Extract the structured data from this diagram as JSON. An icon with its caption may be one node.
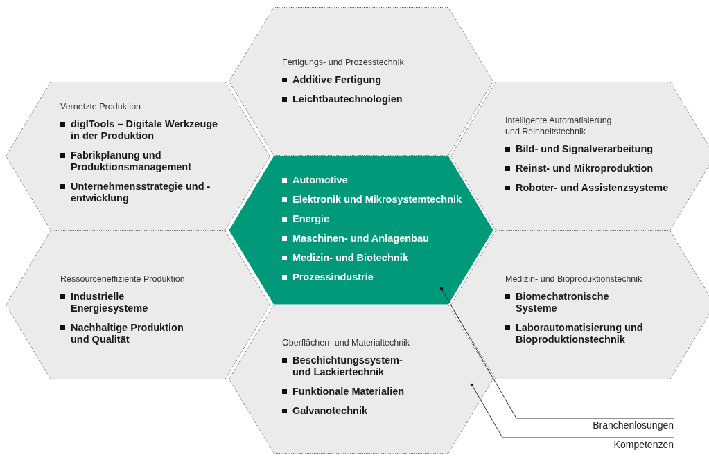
{
  "diagram": {
    "nodes": [
      {
        "text": [
          "Fertigungs- und Prozesstechnik",
          "Additive Fertigung",
          "Leichtbautechnologien"
        ]
      },
      {
        "text": [
          "Vernetzte Produktion",
          "digITools – Digitale Werkzeuge in der Produktion",
          "Fabrikplanung und Produktionsmanagement",
          "Unternehmensstrategie und -entwicklung"
        ]
      },
      {
        "text": [
          "Intelligente Automatisierung und Reinheitstechnik",
          "Bild- und Signalverarbeitung",
          "Reinst- und Mikroproduktion",
          "Roboter- und Assistenzsysteme"
        ]
      },
      {
        "text": [
          "Automotive",
          "Elektronik und Mikrosystemtechnik",
          "Energie",
          "Maschinen- und Anlagenbau",
          "Medizin- und Biotechnik",
          "Prozessindustrie"
        ]
      },
      {
        "text": [
          "Ressourceneffiziente Produktion",
          "Industrielle Energiesysteme",
          "Nachhaltige Produktion und Qualität"
        ]
      },
      {
        "text": [
          "Medizin- und Bioproduktionstechnik",
          "Biomechatronische Systeme",
          "Laborautomatisierung und Bioproduktionstechnik"
        ]
      },
      {
        "text": [
          "Oberflächen- und Materialtechnik",
          "Beschichtungssystem- und Lackiertechnik",
          "Funktionale Materialien",
          "Galvanotechnik"
        ]
      },
      {
        "text": [
          "Branchenlösungen"
        ]
      },
      {
        "text": [
          "Kompetenzen"
        ]
      }
    ],
    "edges": [
      {
        "from": 7,
        "to": 3,
        "arrow": "other"
      },
      {
        "from": 8,
        "to": 6,
        "arrow": "other"
      }
    ]
  }
}
